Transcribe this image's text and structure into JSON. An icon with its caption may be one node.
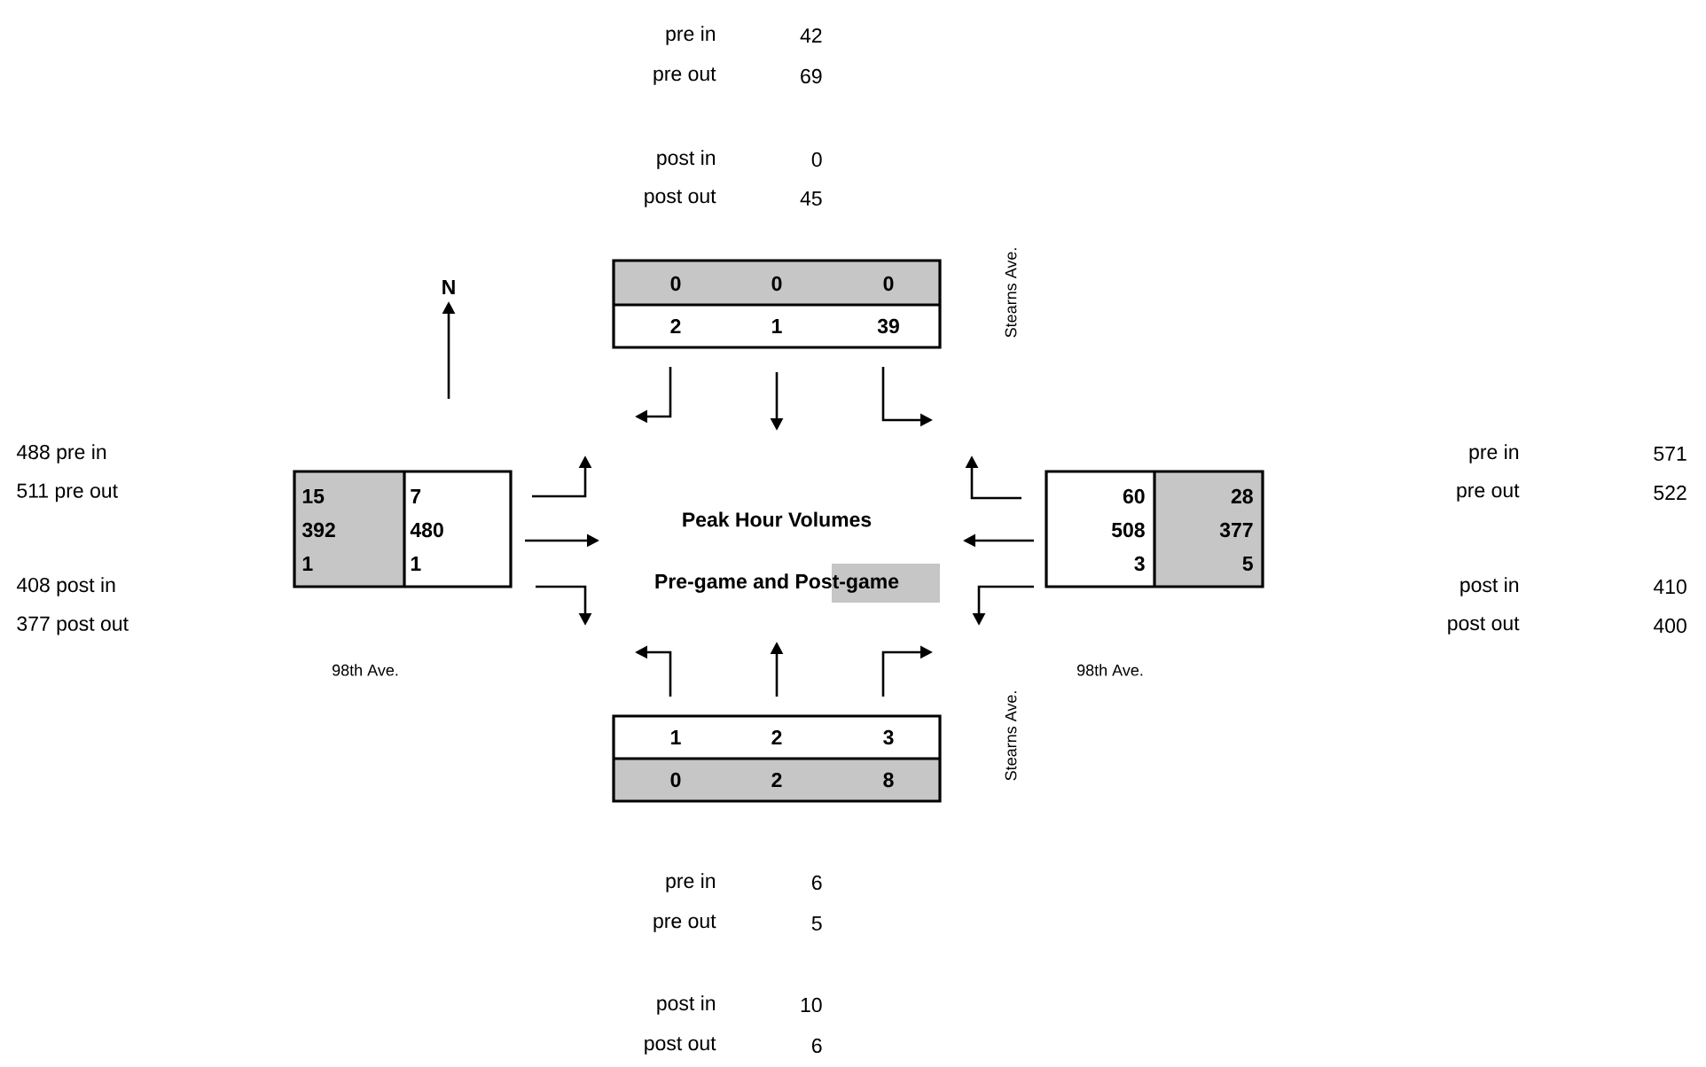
{
  "diagram": {
    "labels": [
      "pre in",
      "42",
      "pre out",
      "69",
      "post in",
      "0",
      "post out",
      "45",
      "0",
      "0",
      "0",
      "2",
      "1",
      "39",
      "Stearns Ave.",
      "N",
      "488 pre in",
      "511 pre out",
      "408 post in",
      "377 post out",
      "15",
      "7",
      "392",
      "480",
      "1",
      "1",
      "Peak Hour Volumes",
      "Pre-game and Post-game",
      "60",
      "28",
      "508",
      "377",
      "3",
      "5",
      "pre in",
      "571",
      "pre out",
      "522",
      "post in",
      "410",
      "post out",
      "400",
      "98th Ave.",
      "98th Ave.",
      "1",
      "2",
      "3",
      "0",
      "2",
      "8",
      "Stearns Ave.",
      "pre in",
      "6",
      "pre out",
      "5",
      "post in",
      "10",
      "post out",
      "6"
    ]
  }
}
